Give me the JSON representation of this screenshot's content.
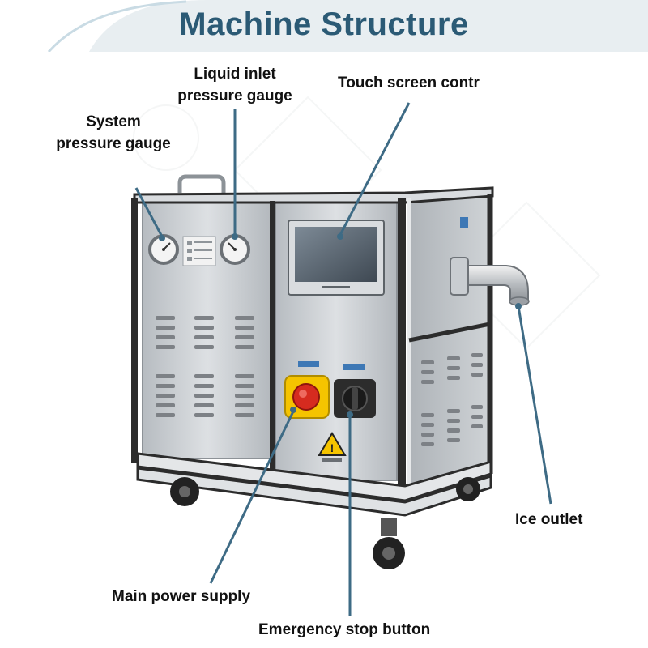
{
  "title": "Machine Structure",
  "colors": {
    "title_text": "#2b5a75",
    "header_band": "#e8eef1",
    "header_curve": "#c9dbe4",
    "callout_line": "#3e6b85",
    "cabinet_steel": "#c9cdd1",
    "frame_dark": "#2c2c2c",
    "estop_yellow": "#f5c400",
    "estop_red": "#d62b1f"
  },
  "labels": {
    "liquid_inlet_gauge": [
      "Liquid inlet",
      "pressure gauge"
    ],
    "system_gauge": [
      "System",
      "pressure gauge"
    ],
    "touch_screen": "Touch screen contr",
    "ice_outlet": "Ice outlet",
    "main_power": "Main power supply",
    "estop": "Emergency stop button"
  },
  "icons": {
    "gauge": "pressure-gauge-icon",
    "screen": "touch-screen-icon",
    "estop": "emergency-stop-icon",
    "switch": "power-switch-icon",
    "outlet": "ice-outlet-pipe-icon",
    "wheel": "caster-wheel-icon",
    "warning": "warning-triangle-icon"
  }
}
